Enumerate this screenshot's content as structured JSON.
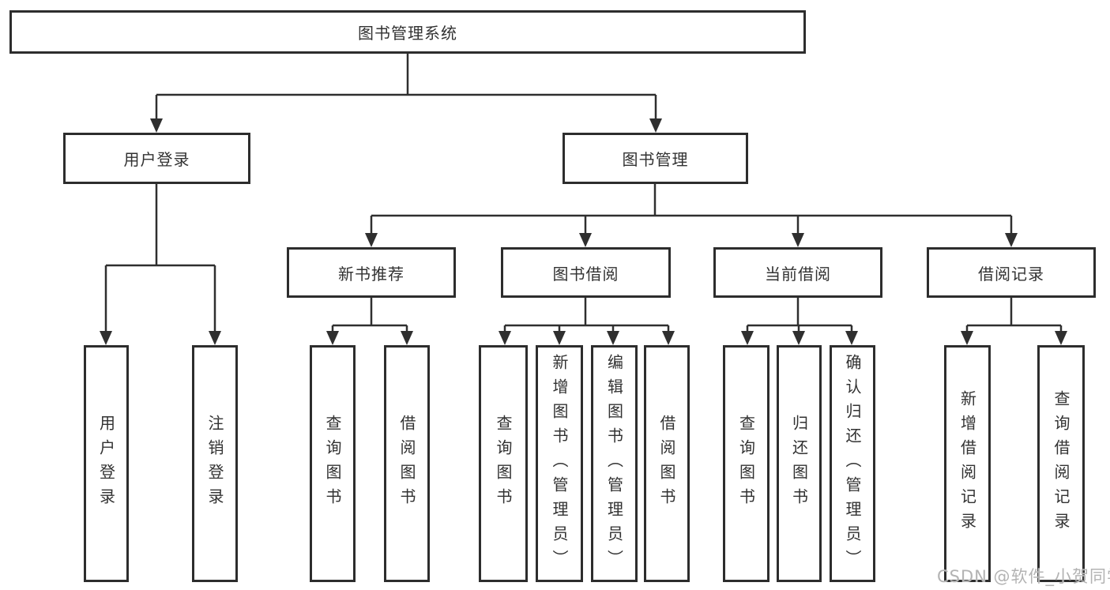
{
  "diagram": {
    "title_node": {
      "label": "图书管理系统"
    },
    "level2": [
      {
        "label": "用户登录"
      },
      {
        "label": "图书管理"
      }
    ],
    "level3": [
      {
        "label": "新书推荐",
        "parent": "图书管理"
      },
      {
        "label": "图书借阅",
        "parent": "图书管理"
      },
      {
        "label": "当前借阅",
        "parent": "图书管理"
      },
      {
        "label": "借阅记录",
        "parent": "图书管理"
      }
    ],
    "leaves": [
      {
        "label": "用户登录",
        "parent": "用户登录"
      },
      {
        "label": "注销登录",
        "parent": "用户登录"
      },
      {
        "label": "查询图书",
        "parent": "新书推荐"
      },
      {
        "label": "借阅图书",
        "parent": "新书推荐"
      },
      {
        "label": "查询图书",
        "parent": "图书借阅"
      },
      {
        "label": "新增图书（管理员）",
        "parent": "图书借阅"
      },
      {
        "label": "编辑图书（管理员）",
        "parent": "图书借阅"
      },
      {
        "label": "借阅图书",
        "parent": "图书借阅"
      },
      {
        "label": "查询图书",
        "parent": "当前借阅"
      },
      {
        "label": "归还图书",
        "parent": "当前借阅"
      },
      {
        "label": "确认归还（管理员）",
        "parent": "当前借阅"
      },
      {
        "label": "新增借阅记录",
        "parent": "借阅记录"
      },
      {
        "label": "查询借阅记录",
        "parent": "借阅记录"
      }
    ],
    "colors": {
      "line": "#2f2f2f",
      "box_border": "#2d2d2d",
      "text": "#323232",
      "background": "#ffffff",
      "watermark": "#b3b3b3"
    }
  },
  "watermark": {
    "text": "CSDN @软件_小贺同学"
  }
}
